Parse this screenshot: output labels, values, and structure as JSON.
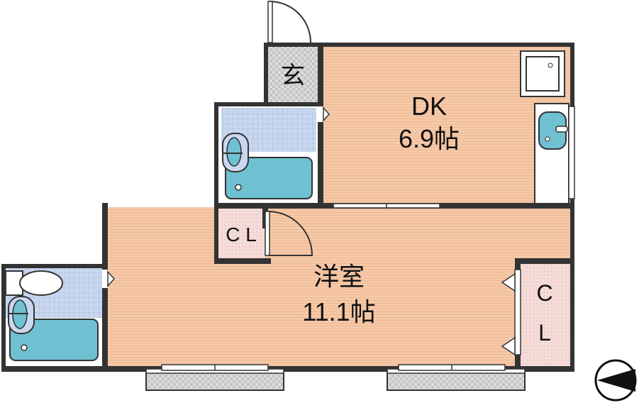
{
  "rooms": {
    "entrance": {
      "label": "玄"
    },
    "dk": {
      "label": "DK",
      "area": "6.9帖"
    },
    "western": {
      "label": "洋室",
      "area": "11.1帖"
    },
    "closet_small": {
      "label": "C L"
    },
    "closet_right": {
      "label_top": "C",
      "label_bottom": "L"
    }
  },
  "colors": {
    "wall": "#333333",
    "floor": "#f6c9a8",
    "tile": "#c9d8ef",
    "fixture": "#6fc0d0",
    "entrance_floor": "#d9d9d9",
    "closet_floor": "#f5dcd8"
  },
  "compass": {
    "direction": "west",
    "icon": "compass-arrow-icon"
  }
}
